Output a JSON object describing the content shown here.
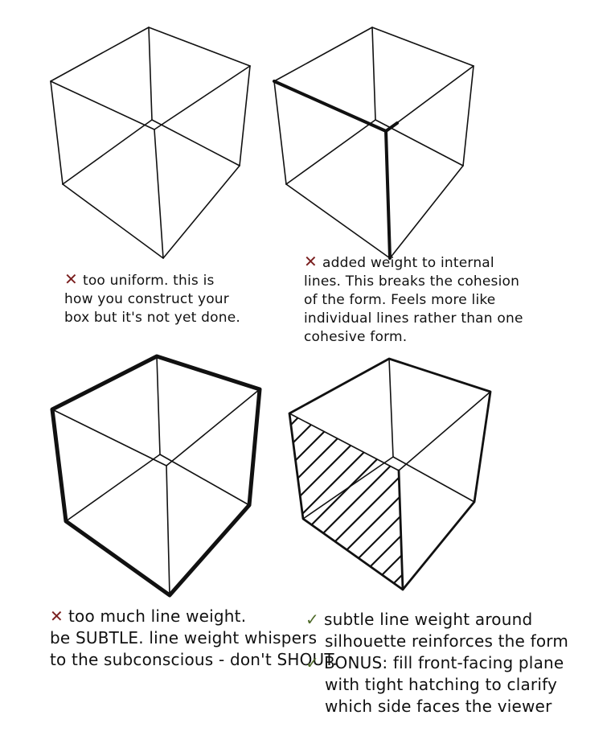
{
  "colors": {
    "ink": "#111111",
    "bad_mark": "#7a1f1f",
    "good_mark": "#4f6a2a",
    "background": "#ffffff"
  },
  "panels": [
    {
      "id": "uniform",
      "status": "bad",
      "mark_symbol": "✕",
      "note_lines": [
        "too uniform. this is",
        "how you construct your",
        "box but it's not yet done."
      ]
    },
    {
      "id": "internal-weight",
      "status": "bad",
      "mark_symbol": "✕",
      "note_lines": [
        "added weight to internal",
        "lines. This breaks the cohesion",
        "of the form. Feels more like",
        "individual lines rather than one",
        "cohesive form."
      ]
    },
    {
      "id": "heavy-weight",
      "status": "bad",
      "mark_symbol": "✕",
      "note_lines": [
        "too much line weight.",
        "be SUBTLE. line weight whispers",
        "to the subconscious - don't SHOUT."
      ]
    },
    {
      "id": "subtle-weight",
      "status": "good",
      "mark_symbol": "✓",
      "note_lines": [
        "subtle line weight around",
        "silhouette reinforces the form"
      ],
      "bonus_mark": "✓",
      "bonus_lines": [
        "BONUS: fill front-facing plane",
        "with tight hatching to clarify",
        "which side faces the viewer"
      ]
    }
  ]
}
